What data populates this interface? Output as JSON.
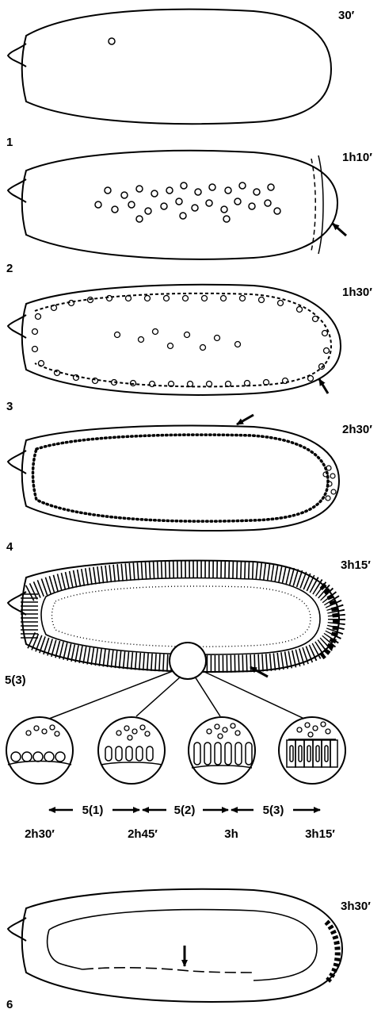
{
  "stages": [
    {
      "number": "1",
      "time": "30′"
    },
    {
      "number": "2",
      "time": "1h10′"
    },
    {
      "number": "3",
      "time": "1h30′"
    },
    {
      "number": "4",
      "time": "2h30′"
    },
    {
      "number": "5(3)",
      "time": "3h15′"
    },
    {
      "number": "6",
      "time": "3h30′"
    }
  ],
  "timeline": {
    "segments": [
      "5(1)",
      "5(2)",
      "5(3)"
    ],
    "ticks": [
      "2h30′",
      "2h45′",
      "3h",
      "3h15′"
    ]
  }
}
